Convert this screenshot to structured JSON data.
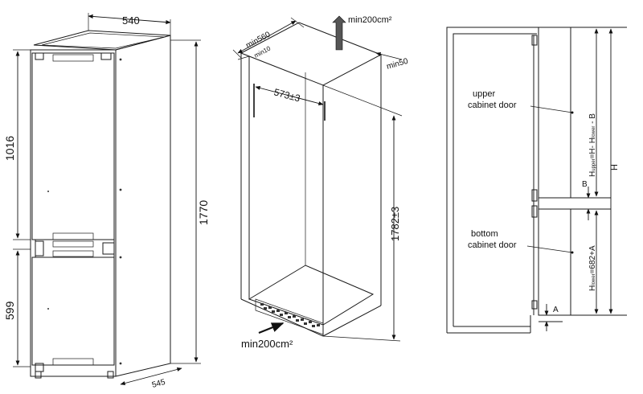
{
  "left_view": {
    "width_top": "540",
    "depth_bottom": "545",
    "height_total": "1770",
    "height_upper": "1016",
    "height_lower": "599"
  },
  "middle_view": {
    "depth_min": "min560",
    "gap_min": "min10",
    "rear_gap": "min50",
    "vent_top": "min200cm²",
    "vent_bottom": "min200cm²",
    "inner_width": "573±3",
    "niche_height": "1782±3"
  },
  "right_view": {
    "upper_label_1": "upper",
    "upper_label_2": "cabinet door",
    "bottom_label_1": "bottom",
    "bottom_label_2": "cabinet door",
    "h_upper": "H",
    "h_upper_sub": "upper",
    "h_upper_eq": "=H- H",
    "h_upper_sub2": "lower",
    "h_upper_tail": " - B",
    "h_total": "H",
    "gap_b": "B",
    "gap_a": "A",
    "h_lower": "H",
    "h_lower_sub": "lower",
    "h_lower_eq": "=682+A"
  }
}
